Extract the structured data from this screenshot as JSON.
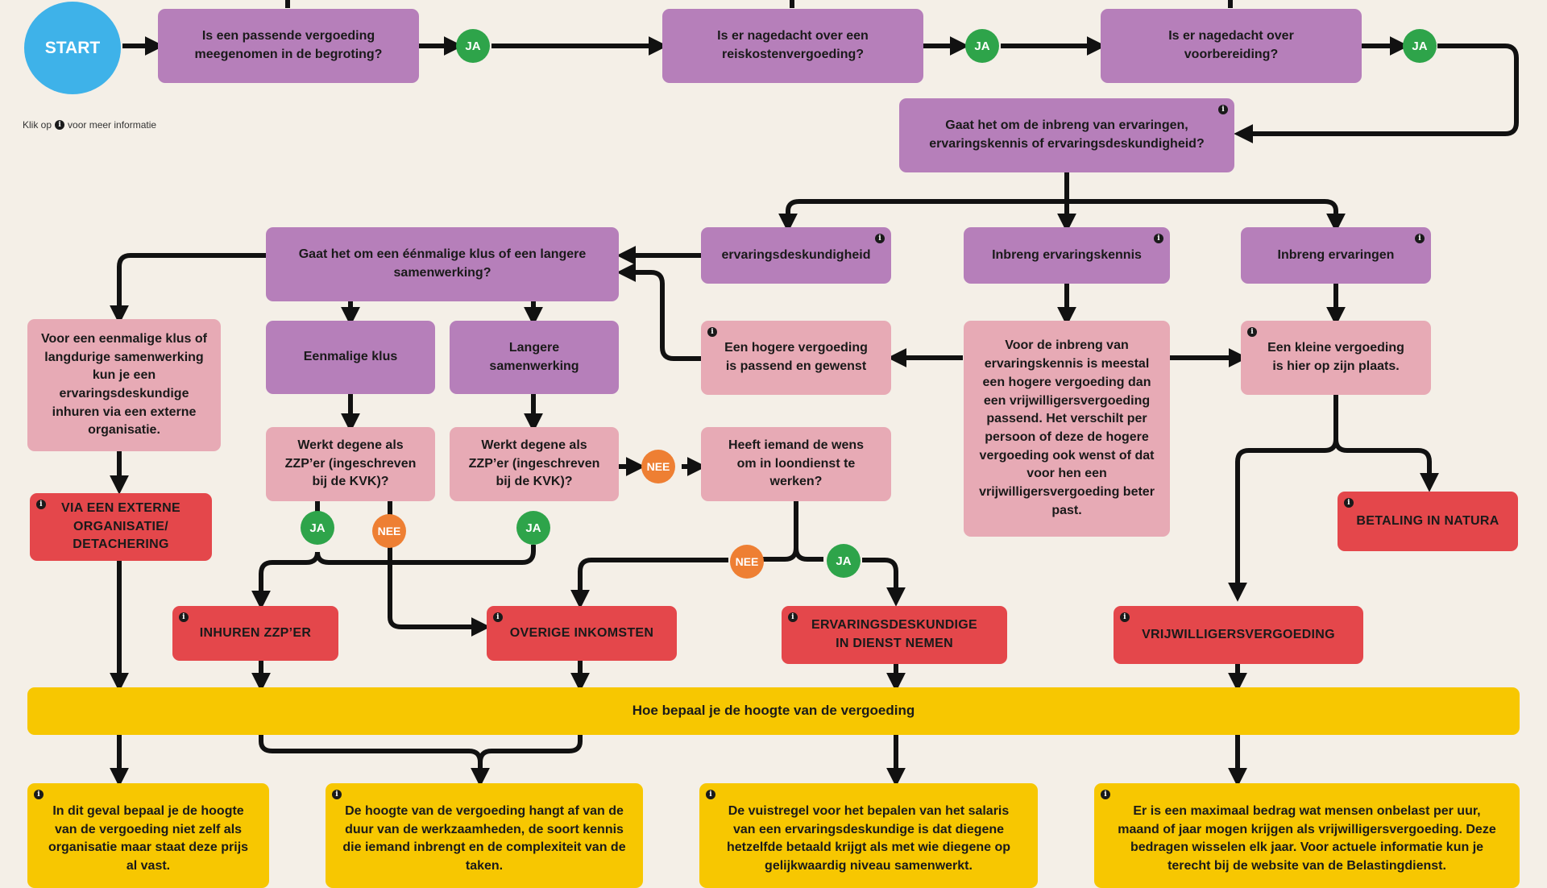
{
  "start_label": "START",
  "hint": {
    "prefix": "Klik op",
    "suffix": "voor meer informatie"
  },
  "info_glyph": "i",
  "badges": {
    "ja": "JA",
    "nee": "NEE"
  },
  "questions": {
    "q1": "Is een passende vergoeding meegenomen in de begroting?",
    "q2": "Is er nagedacht over een reiskostenvergoeding?",
    "q3": "Is er nagedacht over voorbereiding?",
    "q4": "Gaat het om de inbreng van ervaringen, ervaringskennis of ervaringsdeskundigheid?",
    "q5": "Gaat het om een éénmalige klus of een langere samenwerking?"
  },
  "options": {
    "ervaringsdeskundigheid": "ervaringsdeskundigheid",
    "ervaringskennis": "Inbreng ervaringskennis",
    "ervaringen": "Inbreng ervaringen",
    "eenmalig": "Eenmalige klus",
    "langer": "Langere samenwerking"
  },
  "pink": {
    "extern": "Voor een eenmalige klus of langdurige samenwerking kun je een ervaringsdeskundige inhuren via een externe organisatie.",
    "zzp1": "Werkt degene als ZZP’er (ingeschreven bij de KVK)?",
    "zzp2": "Werkt degene als ZZP’er (ingeschreven bij de KVK)?",
    "loondienst": "Heeft iemand de wens om in loondienst te werken?",
    "hoger": "Een hogere vergoeding is passend en gewenst",
    "kennis": "Voor de inbreng van ervaringskennis is meestal een hogere vergoeding dan een vrijwilligersvergoeding passend. Het verschilt per persoon of deze de hogere vergoeding ook wenst of dat voor hen een vrijwilligersvergoeding beter past.",
    "klein": "Een kleine vergoeding is hier op zijn plaats."
  },
  "results": {
    "extern": "VIA EEN EXTERNE ORGANISATIE/ DETACHERING",
    "zzp": "INHUREN ZZP’ER",
    "overig": "OVERIGE INKOMSTEN",
    "dienst": "ERVARINGSDESKUNDIGE IN DIENST NEMEN",
    "vrijwilliger": "VRIJWILLIGERSVERGOEDING",
    "natura": "BETALING IN NATURA"
  },
  "bar": "Hoe bepaal je de hoogte van de vergoeding",
  "bottom": {
    "b1": "In dit geval bepaal je de hoogte van de vergoeding niet zelf als organisatie maar staat deze prijs al vast.",
    "b2": "De hoogte van de vergoeding hangt af van de duur van de werkzaamheden, de soort kennis die iemand inbrengt en de complexiteit van de taken.",
    "b3": "De vuistregel voor het bepalen van het salaris van een ervaringsdeskundige is dat diegene hetzelfde betaald krijgt als met wie diegene op gelijkwaardig niveau samenwerkt.",
    "b4": "Er is een maximaal bedrag wat mensen onbelast per uur, maand of jaar mogen krijgen als vrijwilligersvergoeding. Deze bedragen wisselen elk jaar. Voor actuele informatie kun je terecht bij de website van de Belastingdienst."
  },
  "colors": {
    "purple": "#b67fba",
    "pink": "#e7aab5",
    "red": "#e4474b",
    "yellow": "#f7c701",
    "green": "#2ea44a",
    "orange": "#ee7f33",
    "blue": "#3eb2e9"
  }
}
